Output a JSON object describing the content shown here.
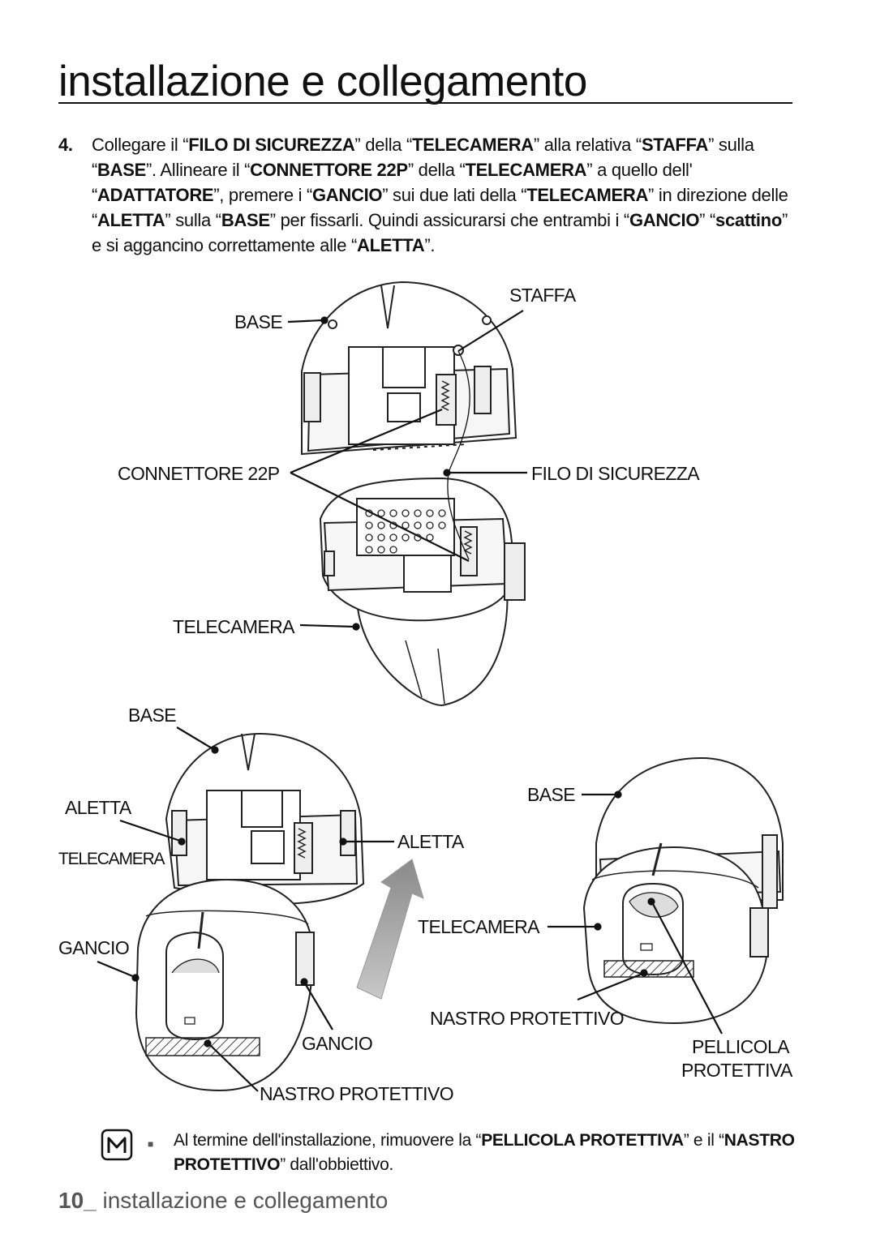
{
  "page": {
    "title": "installazione e collegamento"
  },
  "step": {
    "number": "4.",
    "parts": [
      {
        "t": "Collegare il “",
        "b": false
      },
      {
        "t": "FILO DI SICUREZZA",
        "b": true
      },
      {
        "t": "” della “",
        "b": false
      },
      {
        "t": "TELECAMERA",
        "b": true
      },
      {
        "t": "” alla relativa “",
        "b": false
      },
      {
        "t": "STAFFA",
        "b": true
      },
      {
        "t": "” sulla “",
        "b": false
      },
      {
        "t": "BASE",
        "b": true
      },
      {
        "t": "”. Allineare il “",
        "b": false
      },
      {
        "t": "CONNETTORE 22P",
        "b": true
      },
      {
        "t": "” della “",
        "b": false
      },
      {
        "t": "TELECAMERA",
        "b": true
      },
      {
        "t": "” a quello dell' “",
        "b": false
      },
      {
        "t": "ADATTATORE",
        "b": true
      },
      {
        "t": "”, premere i “",
        "b": false
      },
      {
        "t": "GANCIO",
        "b": true
      },
      {
        "t": "” sui due lati della “",
        "b": false
      },
      {
        "t": "TELECAMERA",
        "b": true
      },
      {
        "t": "” in direzione delle “",
        "b": false
      },
      {
        "t": "ALETTA",
        "b": true
      },
      {
        "t": "” sulla “",
        "b": false
      },
      {
        "t": "BASE",
        "b": true
      },
      {
        "t": "” per fissarli. Quindi assicurarsi che entrambi i “",
        "b": false
      },
      {
        "t": "GANCIO",
        "b": true
      },
      {
        "t": "” “",
        "b": false
      },
      {
        "t": "scattino",
        "b": true
      },
      {
        "t": "” e si aggancino correttamente alle “",
        "b": false
      },
      {
        "t": "ALETTA",
        "b": true
      },
      {
        "t": "”.",
        "b": false
      }
    ]
  },
  "figure_top": {
    "labels": {
      "staffa": "STAFFA",
      "base": "BASE",
      "connettore": "CONNETTORE 22P",
      "filo": "FILO DI SICUREZZA",
      "telecamera": "TELECAMERA"
    }
  },
  "figure_left": {
    "labels": {
      "base": "BASE",
      "aletta": "ALETTA",
      "telecamera": "TELECAMERA",
      "gancio_left": "GANCIO",
      "gancio_bottom": "GANCIO",
      "nastro": "NASTRO PROTETTIVO"
    }
  },
  "figure_center": {
    "labels": {
      "aletta": "ALETTA"
    }
  },
  "figure_right": {
    "labels": {
      "base": "BASE",
      "telecamera": "TELECAMERA",
      "nastro": "NASTRO PROTETTIVO",
      "pellicola_1": "PELLICOLA",
      "pellicola_2": "PROTETTIVA"
    }
  },
  "note": {
    "bullet": "■",
    "parts": [
      {
        "t": "Al termine dell'installazione, rimuovere la “",
        "b": false
      },
      {
        "t": "PELLICOLA PROTETTIVA",
        "b": true
      },
      {
        "t": "” e il “",
        "b": false
      },
      {
        "t": "NASTRO PROTETTIVO",
        "b": true
      },
      {
        "t": "” dall'obbiettivo.",
        "b": false
      }
    ]
  },
  "footer": {
    "number": "10_",
    "text": " installazione e collegamento"
  }
}
